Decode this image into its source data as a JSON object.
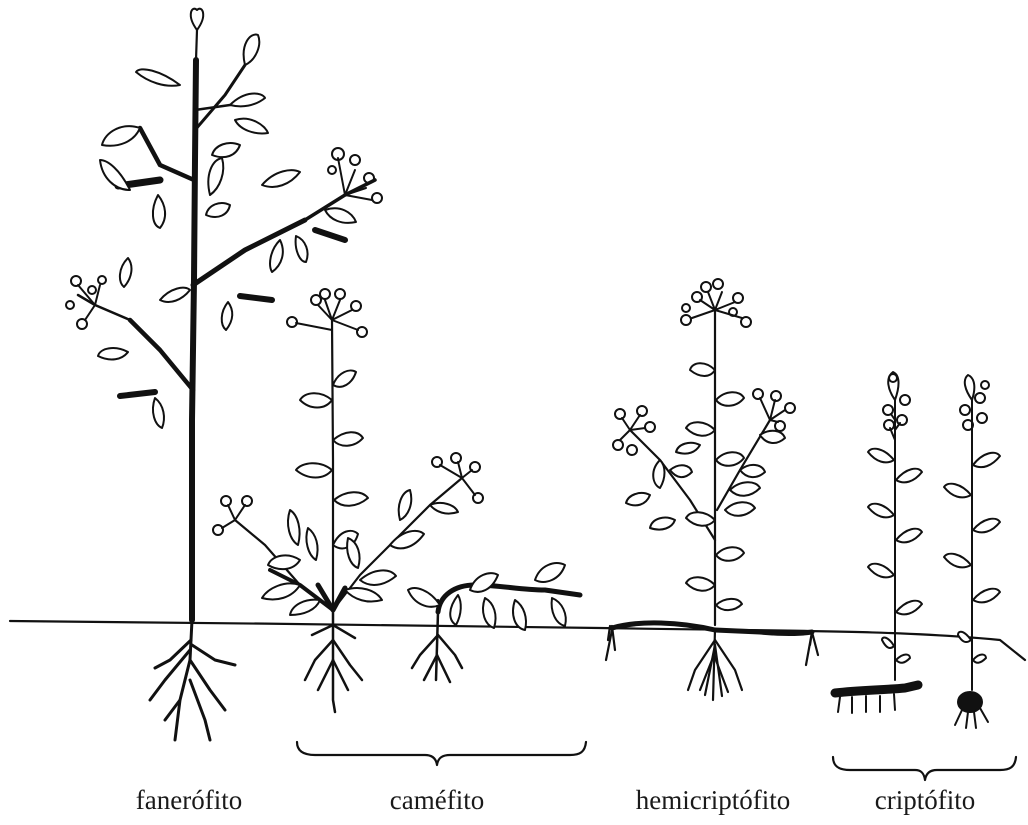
{
  "labels": {
    "fanerofito": "fanerófito",
    "camefito": "caméfito",
    "hemicriptofito": "hemicriptófito",
    "criptofito": "criptófito"
  },
  "colors": {
    "ink": "#111111",
    "paper": "#ffffff"
  }
}
